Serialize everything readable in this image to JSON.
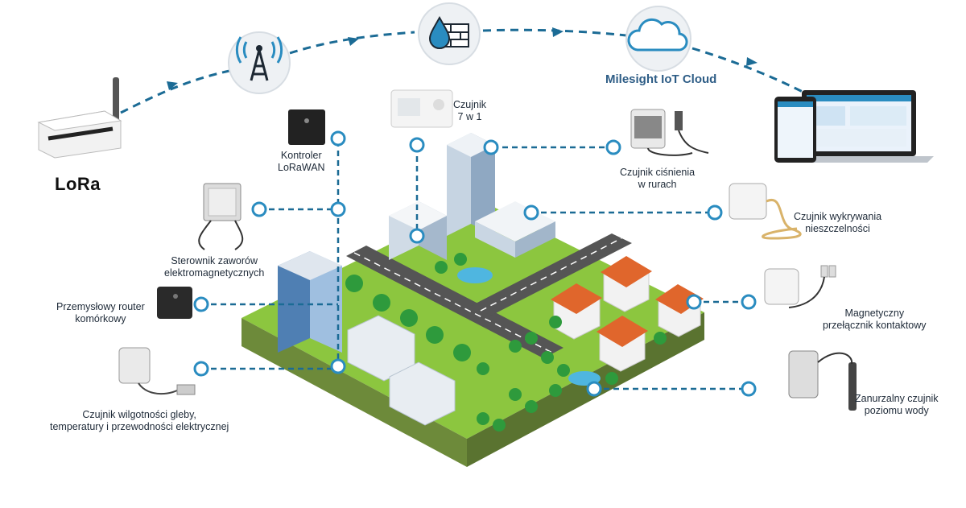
{
  "colors": {
    "dash": "#1b6b95",
    "node": "#2a8cc0",
    "grass": "#8cc63f",
    "road": "#5a5a5a",
    "roof": "#e0662c"
  },
  "top": {
    "lora_label": "LoRa",
    "cloud_label": "Milesight IoT Cloud",
    "icons": [
      "tower-icon",
      "water-wall-icon",
      "cloud-icon"
    ]
  },
  "devices": {
    "controller": {
      "line1": "Kontroler",
      "line2": "LoRaWAN"
    },
    "sensor7in1": {
      "line1": "Czujnik",
      "line2": "7 w 1"
    },
    "pipe_pressure": {
      "line1": "Czujnik ciśnienia",
      "line2": "w rurach"
    },
    "leak": {
      "line1": "Czujnik wykrywania",
      "line2": "nieszczelności"
    },
    "valve": {
      "line1": "Sterownik zaworów",
      "line2": "elektromagnetycznych"
    },
    "router": {
      "line1": "Przemysłowy router",
      "line2": "komórkowy"
    },
    "magnetic": {
      "line1": "Magnetyczny",
      "line2": "przełącznik kontaktowy"
    },
    "soil": {
      "line1": "Czujnik wilgotności gleby,",
      "line2": "temperatury i przewodności elektrycznej"
    },
    "water_level": {
      "line1": "Zanurzalny czujnik",
      "line2": "poziomu wody"
    }
  }
}
